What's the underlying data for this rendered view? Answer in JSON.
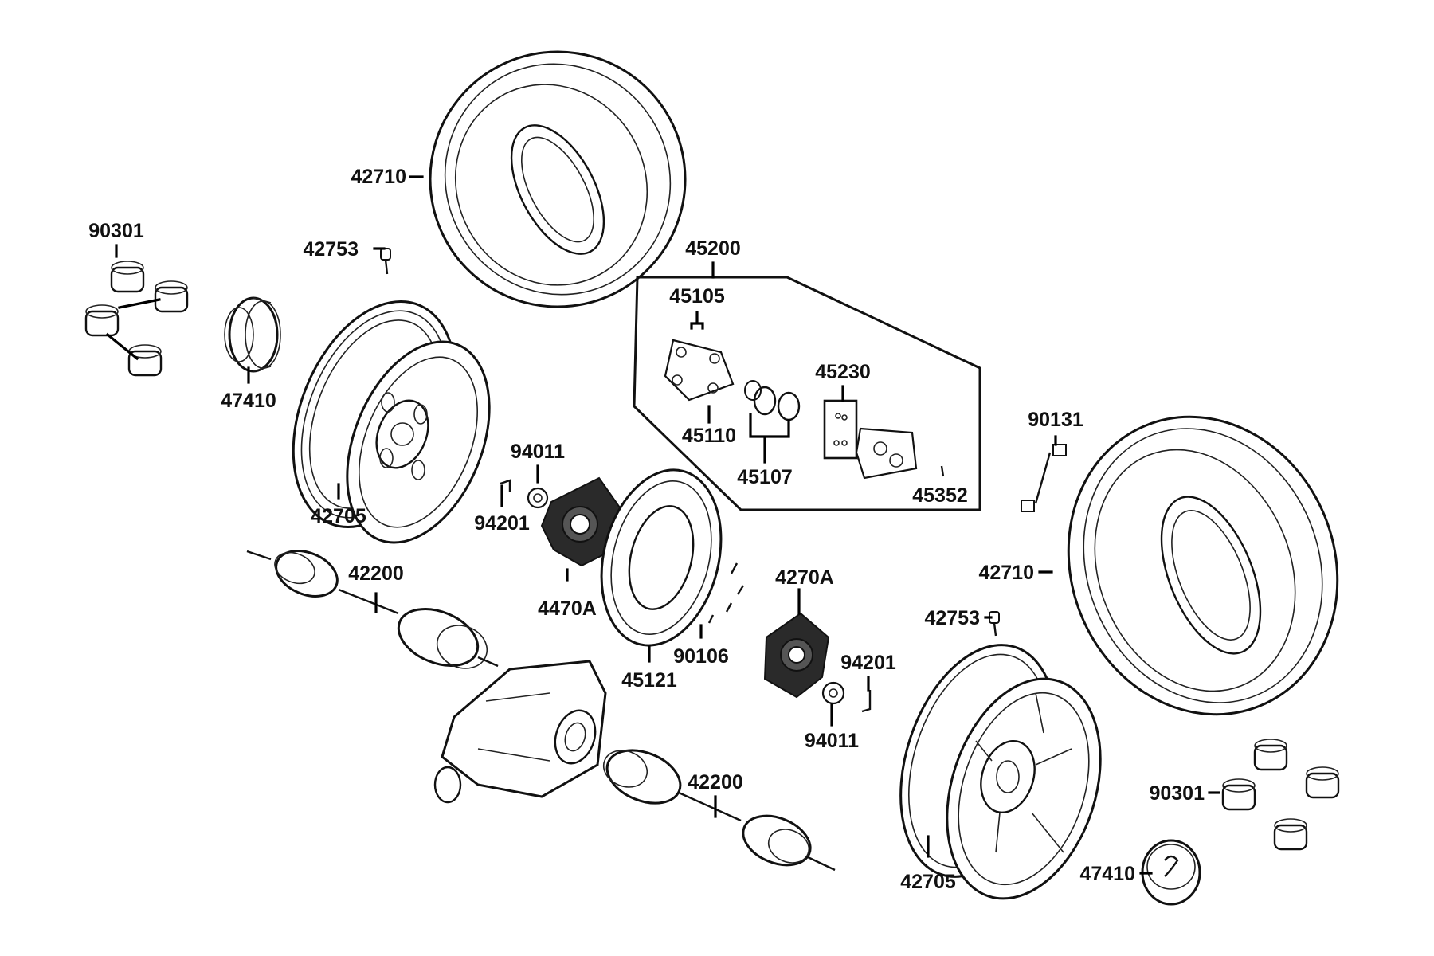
{
  "parts": {
    "tire_rear": "42710",
    "valve_rear": "42753",
    "lug_nuts_left": "90301",
    "center_cap_left": "47410",
    "rim_left": "42705",
    "caliper_assembly": "45200",
    "bracket": "45105",
    "pin": "45110",
    "piston_seals": "45107",
    "pads": "45230",
    "bleeder": "45352",
    "nut_left": "94011",
    "cotter_left": "94201",
    "hub_left": "4470A",
    "axle_upper": "42200",
    "disc": "45121",
    "disc_bolts": "90106",
    "hub_right": "4270A",
    "stud_bolt": "90131",
    "tire_front": "42710",
    "valve_front": "42753",
    "cotter_right": "94201",
    "nut_right": "94011",
    "axle_lower": "42200",
    "rim_right": "42705",
    "lug_nuts_right": "90301",
    "center_cap_right": "47410"
  }
}
